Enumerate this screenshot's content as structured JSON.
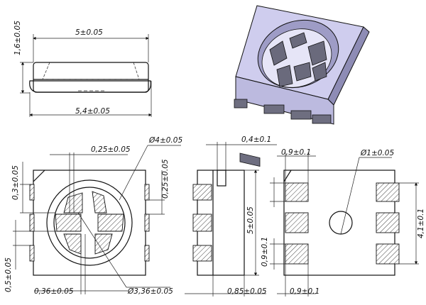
{
  "labels": {
    "top_height": "1,6±0.05",
    "top_width_inner": "5±0.05",
    "top_width_outer": "5,4±0.05",
    "front_offset": "0,25±0.05",
    "front_circle_outer": "Ø4±0.05",
    "front_left_gap": "0,3±0.05",
    "front_right_gap": "0,25±0.05",
    "front_bottom_left": "0,5±0.05",
    "front_bottom_x": "0,36±0.05",
    "front_circle_inner": "Ø3,36±0.05",
    "side_top": "0,4±0.1",
    "side_height": "5±0.05",
    "side_bottom": "0,85±0.05",
    "bottom_pad_w_top": "0,9±0.1",
    "bottom_hole": "Ø1±0.05",
    "bottom_height": "4,1±0.1",
    "bottom_pad_h": "0,9±0.1",
    "bottom_pad_w_bot": "0,9±0.1"
  },
  "colors": {
    "line": "#111111",
    "body_3d": "#c9c8e8",
    "body_3d_dark": "#8f8eb8",
    "pad_3d": "#555566"
  }
}
